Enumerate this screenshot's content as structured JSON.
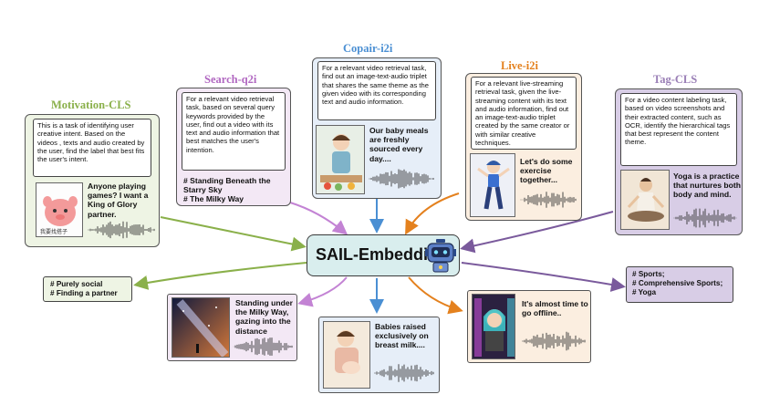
{
  "hub": {
    "label": "SAIL-Embedding",
    "icon": "robot-icon"
  },
  "tasks": [
    {
      "id": "motivation",
      "title": "Motivation-CLS",
      "color": "#8ab04a",
      "prompt": "This is a task of identifying user creative intent. Based on the videos , texts and audio created by the user, find the label that best fits the user's intent.",
      "caption": "Anyone playing games? I want a King of Glory partner.",
      "output": [
        "# Purely social",
        "# Finding a partner"
      ]
    },
    {
      "id": "search",
      "title": "Search-q2i",
      "color": "#b168c1",
      "prompt": "For a relevant video retrieval task, based on several query keywords provided by the user, find out a video with its text and audio information that best matches the user's intention.",
      "caption": "# Standing Beneath the Starry Sky\n# The Milky Way",
      "output": [
        "Standing under the Milky Way, gazing into the distance"
      ]
    },
    {
      "id": "copair",
      "title": "Copair-i2i",
      "color": "#4a8fd3",
      "prompt": "For a relevant video retrieval task, find out an image-text-audio triplet that shares the same theme as the given video with its corresponding text and audio information.",
      "caption": "Our baby meals are freshly sourced every day....",
      "output": [
        "Babies raised exclusively on breast milk...."
      ]
    },
    {
      "id": "live",
      "title": "Live-i2i",
      "color": "#e4811e",
      "prompt": "For a relevant live-streaming retrieval task, given the live-streaming content with its text and audio information, find out an image-text-audio triplet created by the same creator or with similar creative techniques.",
      "caption": "Let's do some exercise together...",
      "output": [
        "It's almost time to go offline.."
      ]
    },
    {
      "id": "tag",
      "title": "Tag-CLS",
      "color": "#9a7fb6",
      "prompt": "For a video content labeling task, based on video screenshots and their extracted content, such as OCR, identify the hierarchical tags that best represent the content theme.",
      "caption": "Yoga is a practice that nurtures both body and mind.",
      "output": [
        "# Sports;",
        "# Comprehensive Sports;",
        "# Yoga"
      ]
    }
  ],
  "thumb_watermark": "我要找搭子",
  "colors": {
    "hub_bg": "#d9eeee",
    "green": "#8ab04a",
    "purple": "#b168c1",
    "blue": "#4a8fd3",
    "orange": "#e4811e",
    "lavender": "#7a5a9c"
  }
}
